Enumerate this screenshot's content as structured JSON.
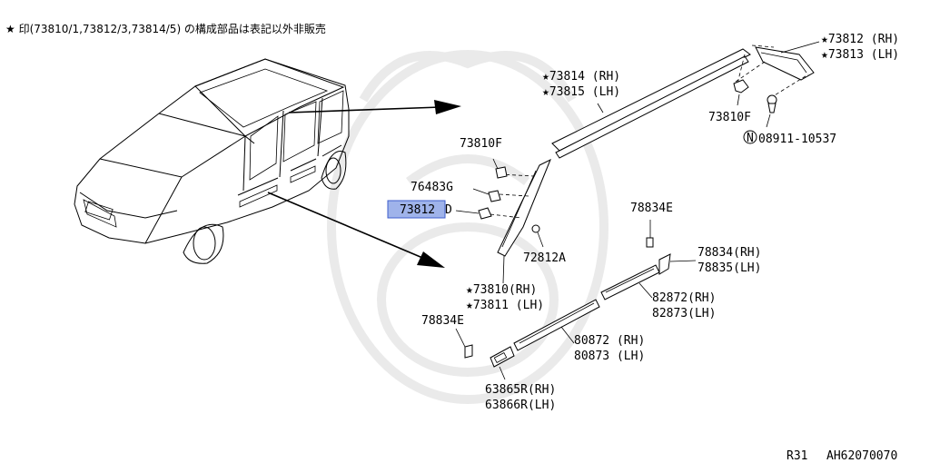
{
  "header_note": "★ 印(73810/1,73812/3,73814/5) の構成部品は表記以外非販売",
  "footer": {
    "page": "R31",
    "code": "AH62070070"
  },
  "highlight_color": "#9fb3ea",
  "labels": {
    "p73812_rh": "★73812 (RH)",
    "p73813_lh": "★73813 (LH)",
    "p73814_rh": "★73814 (RH)",
    "p73815_lh": "★73815 (LH)",
    "p73810f_top": "73810F",
    "p08911": "08911-10537",
    "p08911_prefix": "N",
    "p73810f_left": "73810F",
    "p76483g": "76483G",
    "p73812d_hl": "73812",
    "p73812d_suffix": "D",
    "p72812a": "72812A",
    "p73810_rh": "★73810(RH)",
    "p73811_lh": "★73811 (LH)",
    "p78834e_top": "78834E",
    "p78834_rh": "78834(RH)",
    "p78835_lh": "78835(LH)",
    "p82872_rh": "82872(RH)",
    "p82873_lh": "82873(LH)",
    "p78834e_left": "78834E",
    "p80872_rh": "80872 (RH)",
    "p80873_lh": "80873 (LH)",
    "p63865r_rh": "63865R(RH)",
    "p63866r_lh": "63866R(LH)"
  }
}
